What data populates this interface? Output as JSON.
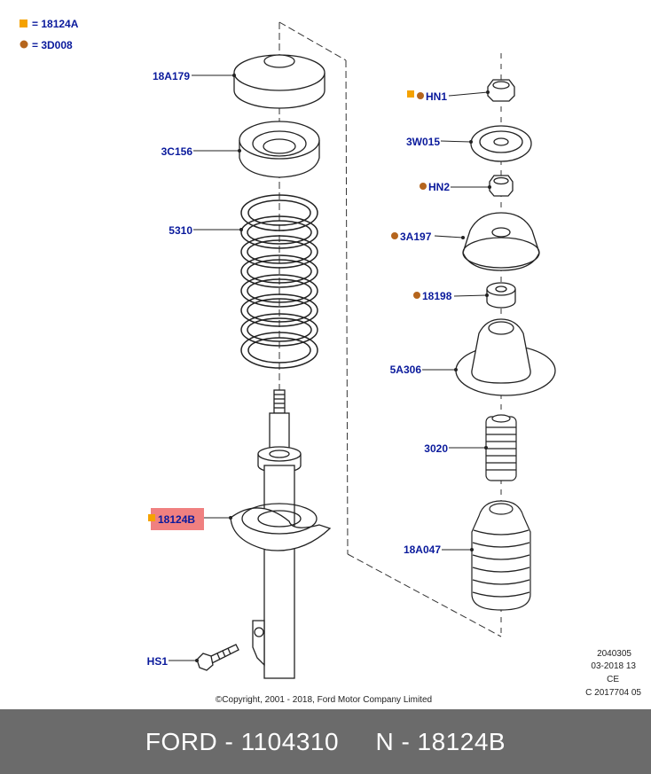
{
  "legend": {
    "square_label": "= 18124A",
    "circle_label": "= 3D008"
  },
  "left_parts": {
    "p18A179": "18A179",
    "p3C156": "3C156",
    "p5310": "5310",
    "p18124B": "18124B",
    "pHS1": "HS1"
  },
  "right_parts": {
    "pHN1": "HN1",
    "p3W015": "3W015",
    "pHN2": "HN2",
    "p3A197": "3A197",
    "p18198": "18198",
    "p5A306": "5A306",
    "p3020": "3020",
    "p18A047": "18A047"
  },
  "meta": {
    "line1": "2040305",
    "line2": "03-2018 13",
    "line3": "CE",
    "line4": "C 2017704 05"
  },
  "copyright": "©Copyright, 2001 - 2018, Ford Motor Company Limited",
  "footer": "FORD - 1104310     N - 18124B",
  "colors": {
    "label_blue": "#0a1a9c",
    "square_orange": "#f5a200",
    "circle_brown": "#b5651d",
    "highlight_red": "#f08080",
    "footer_gray": "#6b6b6b"
  }
}
